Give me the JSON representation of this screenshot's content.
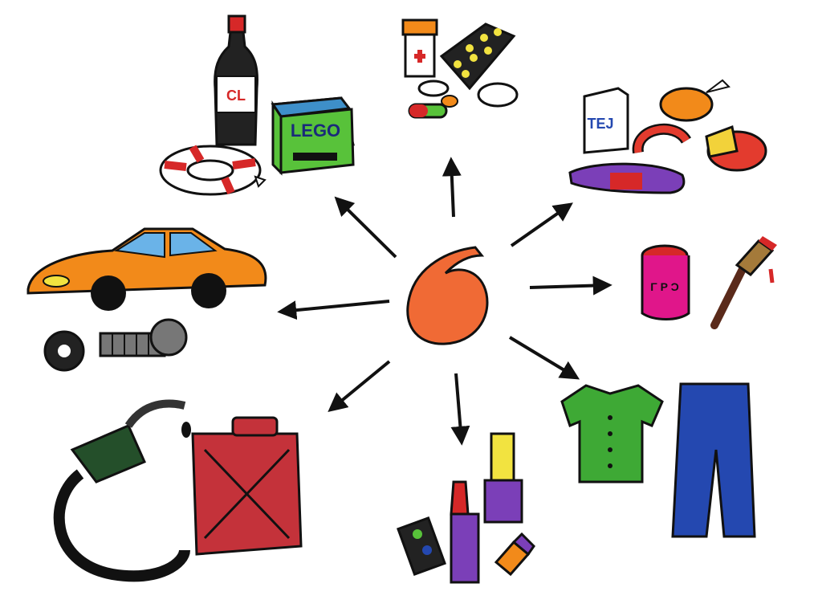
{
  "labels": {
    "lego": "LEGO",
    "milk": "TEJ",
    "paint": "Γ P Ͻ",
    "cola_logo": "CL"
  },
  "colors": {
    "center": "#f06a35",
    "car": "#f28a1a",
    "canister": "#c4323a",
    "shirt": "#3ea935",
    "jeans": "#2448b0",
    "lego_box": "#58c23a",
    "lego_top": "#3e8fc9",
    "paint": "#e0168a",
    "cheese": "#e33b2e"
  }
}
